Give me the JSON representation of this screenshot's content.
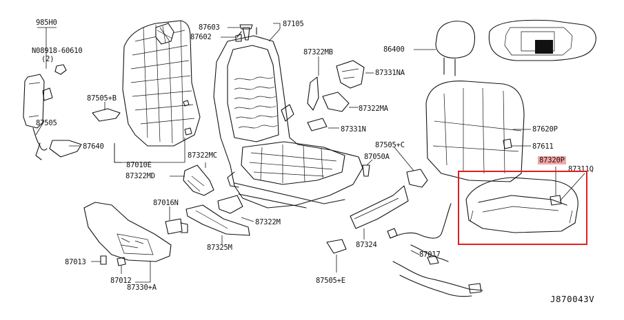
{
  "diagram_code": "J870043V",
  "highlight_color": "#e31c1c",
  "highlight_label_bg": "#f4a6a6",
  "labels": {
    "p985H0": "985H0",
    "p08918": "N08918-60610",
    "qty2": "(2)",
    "p87505B": "87505+B",
    "p87505": "87505",
    "p87640": "87640",
    "p87010E": "87010E",
    "p87603": "87603",
    "p87602": "87602",
    "p87105": "87105",
    "p87322MB": "87322MB",
    "p87331NA": "87331NA",
    "p87322MA": "87322MA",
    "p87331N": "87331N",
    "p87322MC": "87322MC",
    "p87322MD": "87322MD",
    "p86400": "86400",
    "p87620P": "87620P",
    "p87611": "87611",
    "p87320P": "87320P",
    "p87311Q": "87311Q",
    "p87505C": "87505+C",
    "p87050A": "87050A",
    "p87016N": "87016N",
    "p87322M": "87322M",
    "p87325M": "87325M",
    "p87324": "87324",
    "p87017": "87017",
    "p87013": "87013",
    "p87012": "87012",
    "p87330A": "87330+A",
    "p87505E": "87505+E"
  }
}
